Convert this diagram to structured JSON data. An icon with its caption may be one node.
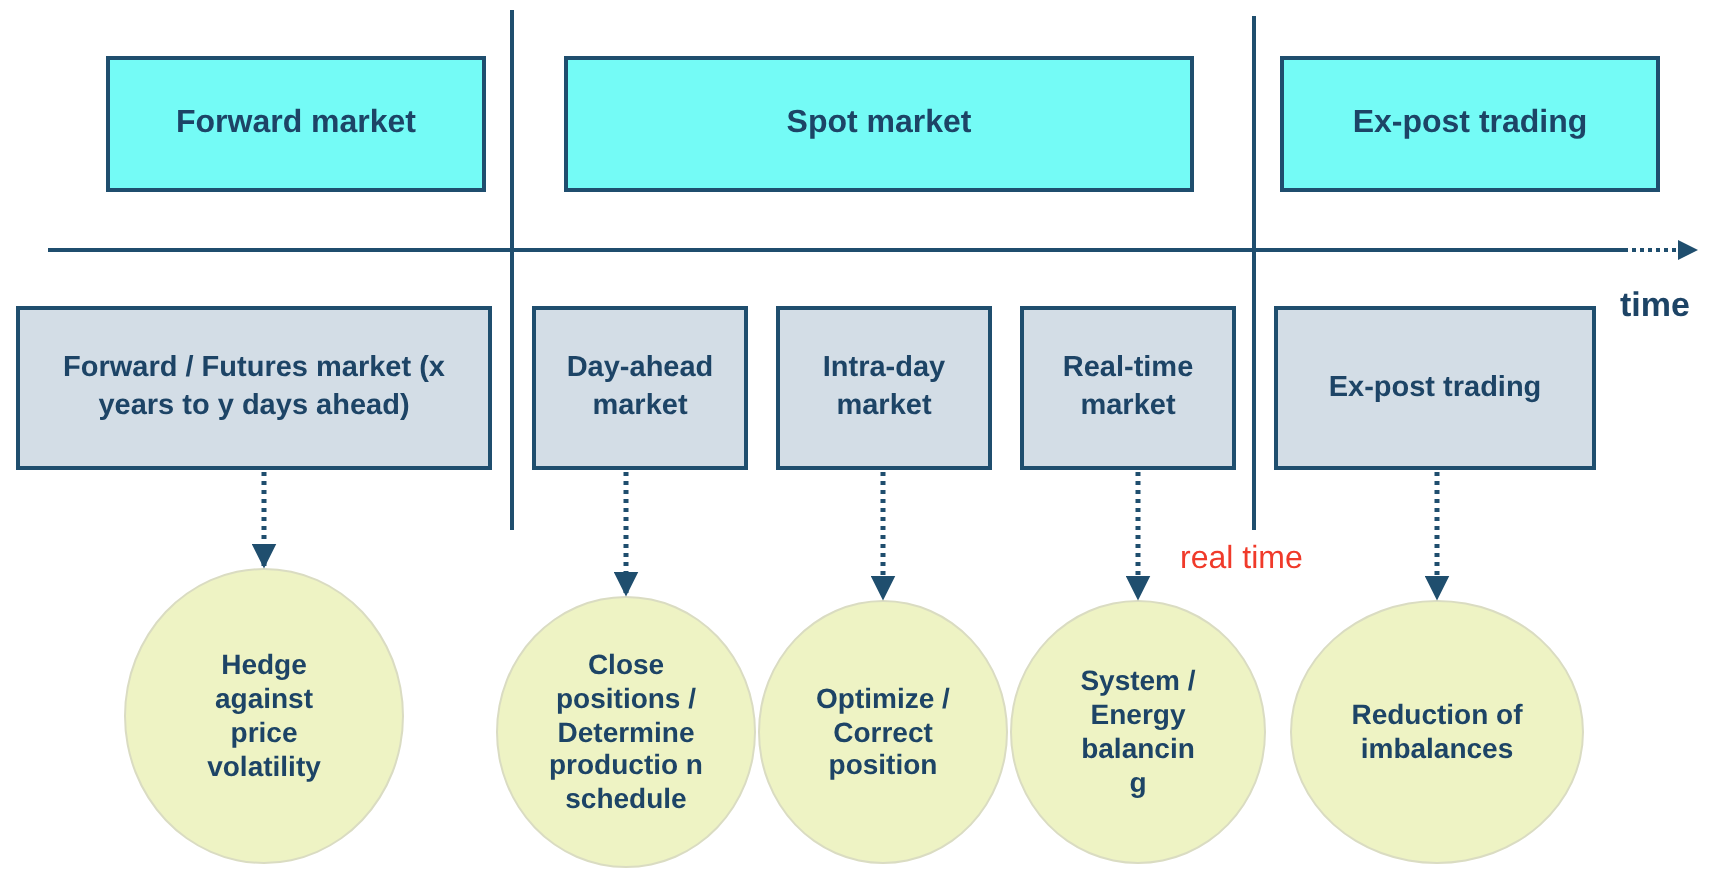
{
  "diagram": {
    "nodes": [
      {
        "text": [
          "Forward market"
        ]
      },
      {
        "text": [
          "Spot market"
        ]
      },
      {
        "text": [
          "Ex-post trading"
        ]
      },
      {
        "text": [
          "Forward / Futures market (x years to y days ahead)"
        ]
      },
      {
        "text": [
          "Day-ahead market"
        ]
      },
      {
        "text": [
          "Intra-day market"
        ]
      },
      {
        "text": [
          "Real-time market"
        ]
      },
      {
        "text": [
          "Ex-post trading"
        ]
      },
      {
        "text": [
          "Hedge against price volatility"
        ]
      },
      {
        "text": [
          "Close positions / Determine productio n schedule"
        ]
      },
      {
        "text": [
          "Optimize / Correct position"
        ]
      },
      {
        "text": [
          "System / Energy balancin g"
        ]
      },
      {
        "text": [
          "Reduction of imbalances"
        ]
      }
    ],
    "edges": [
      {
        "from": 3,
        "to": 8,
        "arrow": "to",
        "style": "dashed"
      },
      {
        "from": 4,
        "to": 9,
        "arrow": "to",
        "style": "dashed"
      },
      {
        "from": 5,
        "to": 10,
        "arrow": "to",
        "style": "dashed"
      },
      {
        "from": 6,
        "to": 11,
        "arrow": "to",
        "style": "dashed"
      },
      {
        "from": 7,
        "to": 12,
        "arrow": "to",
        "style": "dashed"
      }
    ],
    "labels": [
      "time",
      "real time"
    ]
  }
}
